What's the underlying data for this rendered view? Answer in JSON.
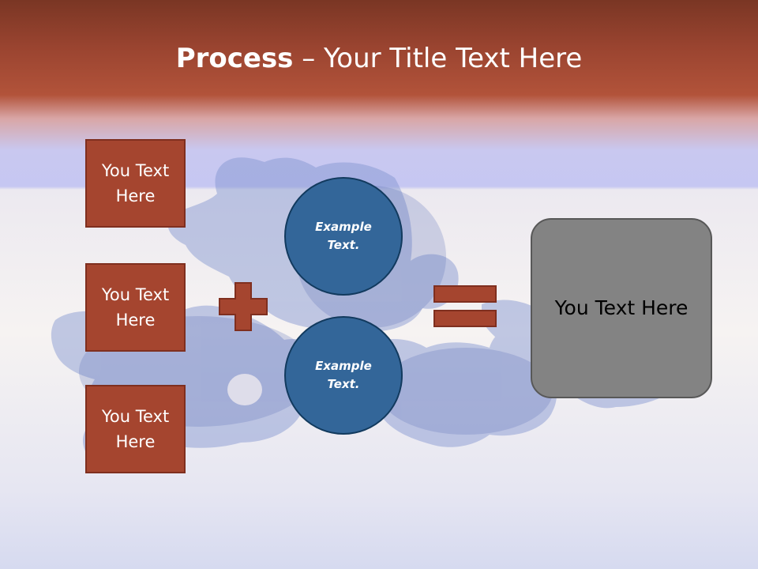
{
  "slide": {
    "title_bold": "Process",
    "title_rest": " – Your Title Text Here",
    "left_boxes": [
      {
        "label": "You Text Here"
      },
      {
        "label": "You Text Here"
      },
      {
        "label": "You Text Here"
      }
    ],
    "circles": [
      {
        "label": "Example Text."
      },
      {
        "label": "Example Text."
      }
    ],
    "result_label": "You Text Here",
    "colors": {
      "header": "#9a4430",
      "box_fill": "#a5452f",
      "circle_fill": "#336699",
      "result_fill": "#838383",
      "puzzle": "#7f92cf"
    },
    "icons": [
      "plus-icon",
      "equals-icon"
    ]
  }
}
